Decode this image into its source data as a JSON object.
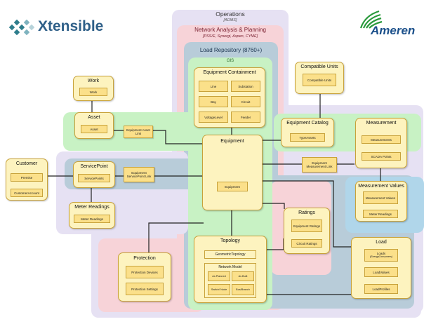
{
  "logos": {
    "left_name": "Xtensible",
    "right_name": "Ameren"
  },
  "colors": {
    "operations": "#e6e1f3",
    "network": "#f7d3d8",
    "repository": "#b8ccd9",
    "green": "#c8f2c4",
    "box_fill": "#fdf3bf",
    "cell_fill": "#fbe08a",
    "box_border": "#c8a23a",
    "brand_green": "#2a9a3c",
    "brand_blue": "#1a4f8a"
  },
  "regions": {
    "operations": {
      "label": "Operations",
      "sublabel": "[ADMS]"
    },
    "network": {
      "label": "Network Analysis & Planning",
      "sublabel": "[PSS/E, Synergi, Aspen, CYME]"
    },
    "repository": {
      "label": "Load Repository (8760+)"
    },
    "gis": {
      "label": "GIS"
    }
  },
  "boxes": {
    "work": {
      "title": "Work",
      "items": [
        "Work"
      ]
    },
    "asset": {
      "title": "Asset",
      "items": [
        "Asset"
      ]
    },
    "customer": {
      "title": "Customer",
      "items": [
        "Premise",
        "CustomerAccount"
      ]
    },
    "servicepoint": {
      "title": "ServicePoint",
      "items": [
        "ServicePoints"
      ]
    },
    "meter_readings": {
      "title": "Meter Readings",
      "items": [
        "Meter Readings"
      ]
    },
    "equipment_containment": {
      "title": "Equipment Containment",
      "items": [
        "Line",
        "Substation",
        "Bay",
        "Circuit",
        "VoltageLevel",
        "Feeder"
      ]
    },
    "equipment": {
      "title": "Equipment",
      "items": [
        "Equipment"
      ]
    },
    "compatible_units": {
      "title": "Compatible Units",
      "items": [
        "Compatible Units"
      ]
    },
    "equipment_catalog": {
      "title": "Equipment Catalog",
      "items": [
        "TypeAssets"
      ]
    },
    "measurement": {
      "title": "Measurement",
      "items": [
        "Measurements",
        "SCADA Points"
      ]
    },
    "measurement_values": {
      "title": "Measurement Values",
      "items": [
        "Measurement Values",
        "Meter Readings"
      ]
    },
    "ratings": {
      "title": "Ratings",
      "items": [
        "Equipment Ratings",
        "Circuit Ratings"
      ]
    },
    "load": {
      "title": "Load",
      "items": [
        "Loads",
        "(EnergyConsumers)",
        "LoadValues",
        "LoadProfiles"
      ]
    },
    "protection": {
      "title": "Protection",
      "items": [
        "Protection Devices",
        "Protection Settings"
      ]
    },
    "topology": {
      "title": "Topology",
      "items": [
        "GeometricTopology"
      ],
      "network_model": {
        "title": "Network Model",
        "items": [
          "As Planned",
          "As Built",
          "Switch/ Node",
          "Bus/Branch"
        ]
      }
    }
  },
  "links": {
    "equipment_asset_link": "Equipment Asset Link",
    "equipment_servicepoint_link": "Equipment ServicePoint Link",
    "equipment_measurement_link": "Equipment Measurement Link"
  }
}
